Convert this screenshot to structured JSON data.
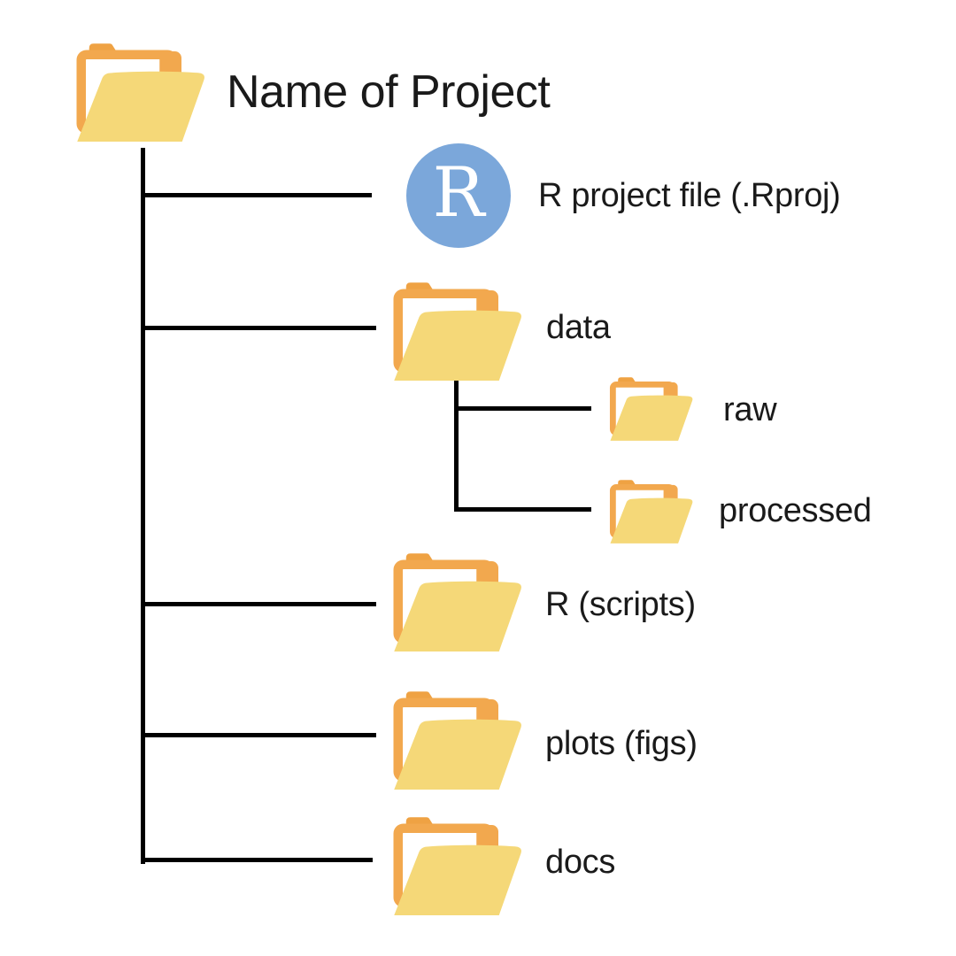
{
  "tree": {
    "root": {
      "label": "Name of Project",
      "icon": "folder-open"
    },
    "children": [
      {
        "label": "R project file (.Rproj)",
        "icon": "r-logo"
      },
      {
        "label": "data",
        "icon": "folder-open",
        "children": [
          {
            "label": "raw",
            "icon": "folder-open"
          },
          {
            "label": "processed",
            "icon": "folder-open"
          }
        ]
      },
      {
        "label": "R (scripts)",
        "icon": "folder-open"
      },
      {
        "label": "plots (figs)",
        "icon": "folder-open"
      },
      {
        "label": "docs",
        "icon": "folder-open"
      }
    ]
  },
  "icons": {
    "r_logo_letter": "R"
  },
  "colors": {
    "folder_outline": "#F2A84E",
    "folder_tab": "#EFA243",
    "folder_front": "#F5D878",
    "r_circle": "#7BA7DA",
    "r_letter": "#FFFFFF",
    "connector": "#000000",
    "text": "#1A1A1A",
    "background": "#FFFFFF"
  }
}
